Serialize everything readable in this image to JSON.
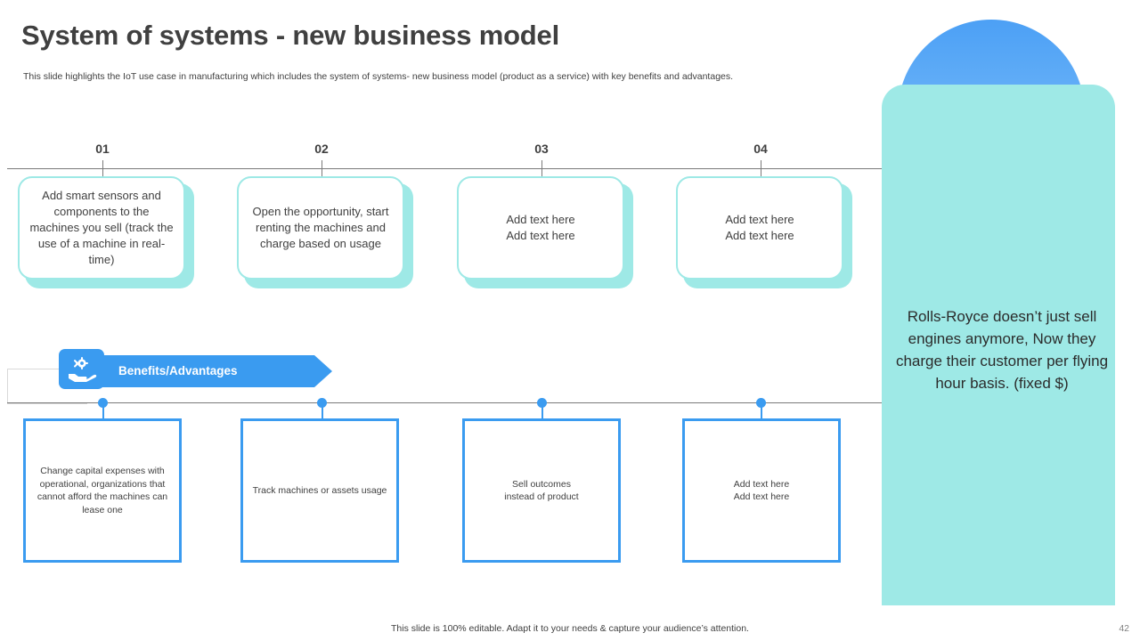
{
  "slide": {
    "title": "System of systems - new business model",
    "subtitle": "This slide highlights the IoT use case in manufacturing which includes the system of systems- new business model (product as a service) with key benefits and advantages.",
    "footer_note": "This slide is 100% editable. Adapt it to your needs & capture your audience’s attention.",
    "page_number": "42"
  },
  "colors": {
    "accent_blue": "#3a9bf0",
    "teal": "#9ee9e6",
    "text": "#404040"
  },
  "steps": [
    {
      "number": "01",
      "text": "Add smart sensors and components to the machines you sell (track the use of a machine in real-time)"
    },
    {
      "number": "02",
      "text": "Open the opportunity, start renting the machines and charge based on usage"
    },
    {
      "number": "03",
      "text": "Add text here\nAdd text here"
    },
    {
      "number": "04",
      "text": "Add text here\nAdd text here"
    }
  ],
  "benefits": {
    "label": "Benefits/Advantages",
    "icon": "hand-holding-gear-icon"
  },
  "benefit_cards": [
    {
      "text": "Change capital expenses with operational, organizations that cannot afford the machines can lease one"
    },
    {
      "text": "Track machines or assets usage"
    },
    {
      "text": "Sell outcomes\ninstead of product"
    },
    {
      "text": "Add text here\nAdd text here"
    }
  ],
  "callout": {
    "text": "Rolls-Royce doesn’t just sell engines anymore, Now they charge their customer per flying hour basis. (fixed $)"
  }
}
